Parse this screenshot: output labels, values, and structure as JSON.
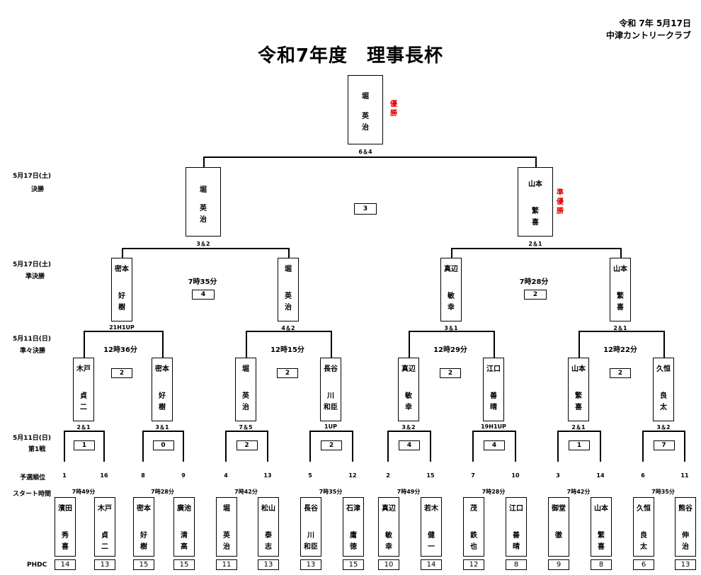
{
  "header": {
    "date": "令和 7年 5月17日",
    "club": "中津カントリークラブ",
    "title": "令和7年度　理事長杯"
  },
  "rows": {
    "final": {
      "date": "5月17日(土)",
      "name": "決勝"
    },
    "semi": {
      "date": "5月17日(土)",
      "name": "準決勝"
    },
    "quarter": {
      "date": "5月11日(日)",
      "name": "準々決勝"
    },
    "first": {
      "date": "5月11日(日)",
      "name": "第1戦"
    },
    "seed": "予選順位",
    "start": "スタート時間",
    "phdc": "PHDC"
  },
  "champion": {
    "label": "優勝",
    "name_lines": [
      "堀",
      "英",
      "治"
    ],
    "score": "6＆4"
  },
  "final_match": {
    "group": "3",
    "left": {
      "name_lines": [
        "堀",
        "英",
        "治"
      ],
      "score": "3＆2"
    },
    "right": {
      "name_lines": [
        "山本",
        "繁",
        "喜"
      ],
      "score": "2＆1",
      "label": "準優勝"
    }
  },
  "semifinals": [
    {
      "time": "7時35分",
      "group": "4",
      "left": {
        "name_lines": [
          "密本",
          "好",
          "樹"
        ],
        "score": "21H1UP"
      },
      "right": {
        "name_lines": [
          "堀",
          "英",
          "治"
        ],
        "score": "4＆2"
      }
    },
    {
      "time": "7時28分",
      "group": "2",
      "left": {
        "name_lines": [
          "真辺",
          "敏",
          "幸"
        ],
        "score": "3＆1"
      },
      "right": {
        "name_lines": [
          "山本",
          "繁",
          "喜"
        ],
        "score": "2＆1"
      }
    }
  ],
  "quarterfinals": [
    {
      "time": "12時36分",
      "group": "2",
      "left": {
        "name_lines": [
          "木戸",
          "貞",
          "二"
        ],
        "score": "2＆1"
      },
      "right": {
        "name_lines": [
          "密本",
          "好",
          "樹"
        ],
        "score": "3＆1"
      }
    },
    {
      "time": "12時15分",
      "group": "2",
      "left": {
        "name_lines": [
          "堀",
          "英",
          "治"
        ],
        "score": "7＆5"
      },
      "right": {
        "name_lines": [
          "長谷",
          "川",
          "和臣"
        ],
        "score": "1UP"
      }
    },
    {
      "time": "12時29分",
      "group": "2",
      "left": {
        "name_lines": [
          "真辺",
          "敏",
          "幸"
        ],
        "score": "3＆2"
      },
      "right": {
        "name_lines": [
          "江口",
          "善",
          "晴"
        ],
        "score": "19H1UP"
      }
    },
    {
      "time": "12時22分",
      "group": "2",
      "left": {
        "name_lines": [
          "山本",
          "繁",
          "喜"
        ],
        "score": "2＆1"
      },
      "right": {
        "name_lines": [
          "久恒",
          "良",
          "太"
        ],
        "score": "3＆2"
      }
    }
  ],
  "first_round": [
    {
      "group": "1",
      "time": "7時49分",
      "left": {
        "seed": "1",
        "name_lines": [
          "濱田",
          "秀",
          "喜"
        ],
        "phdc": "14"
      },
      "right": {
        "seed": "16",
        "name_lines": [
          "木戸",
          "貞",
          "二"
        ],
        "phdc": "13"
      }
    },
    {
      "group": "0",
      "time": "7時28分",
      "left": {
        "seed": "8",
        "name_lines": [
          "密本",
          "好",
          "樹"
        ],
        "phdc": "15"
      },
      "right": {
        "seed": "9",
        "name_lines": [
          "廣池",
          "清",
          "高"
        ],
        "phdc": "15"
      }
    },
    {
      "group": "2",
      "time": "7時42分",
      "left": {
        "seed": "4",
        "name_lines": [
          "堀",
          "英",
          "治"
        ],
        "phdc": "11"
      },
      "right": {
        "seed": "13",
        "name_lines": [
          "松山",
          "泰",
          "志"
        ],
        "phdc": "13"
      }
    },
    {
      "group": "2",
      "time": "7時35分",
      "left": {
        "seed": "5",
        "name_lines": [
          "長谷",
          "川",
          "和臣"
        ],
        "phdc": "13"
      },
      "right": {
        "seed": "12",
        "name_lines": [
          "石津",
          "庸",
          "徳"
        ],
        "phdc": "15"
      }
    },
    {
      "group": "4",
      "time": "7時49分",
      "left": {
        "seed": "2",
        "name_lines": [
          "真辺",
          "敏",
          "幸"
        ],
        "phdc": "10"
      },
      "right": {
        "seed": "15",
        "name_lines": [
          "若木",
          "健",
          "一"
        ],
        "phdc": "14"
      }
    },
    {
      "group": "4",
      "time": "7時28分",
      "left": {
        "seed": "7",
        "name_lines": [
          "茂",
          "鉄",
          "也"
        ],
        "phdc": "12"
      },
      "right": {
        "seed": "10",
        "name_lines": [
          "江口",
          "善",
          "晴"
        ],
        "phdc": "8"
      }
    },
    {
      "group": "1",
      "time": "7時42分",
      "left": {
        "seed": "3",
        "name_lines": [
          "御堂",
          "徹",
          ""
        ],
        "phdc": "9"
      },
      "right": {
        "seed": "14",
        "name_lines": [
          "山本",
          "繁",
          "喜"
        ],
        "phdc": "8"
      }
    },
    {
      "group": "7",
      "time": "7時35分",
      "left": {
        "seed": "6",
        "name_lines": [
          "久恒",
          "良",
          "太"
        ],
        "phdc": "6"
      },
      "right": {
        "seed": "11",
        "name_lines": [
          "熊谷",
          "伸",
          "治"
        ],
        "phdc": "13"
      }
    }
  ]
}
